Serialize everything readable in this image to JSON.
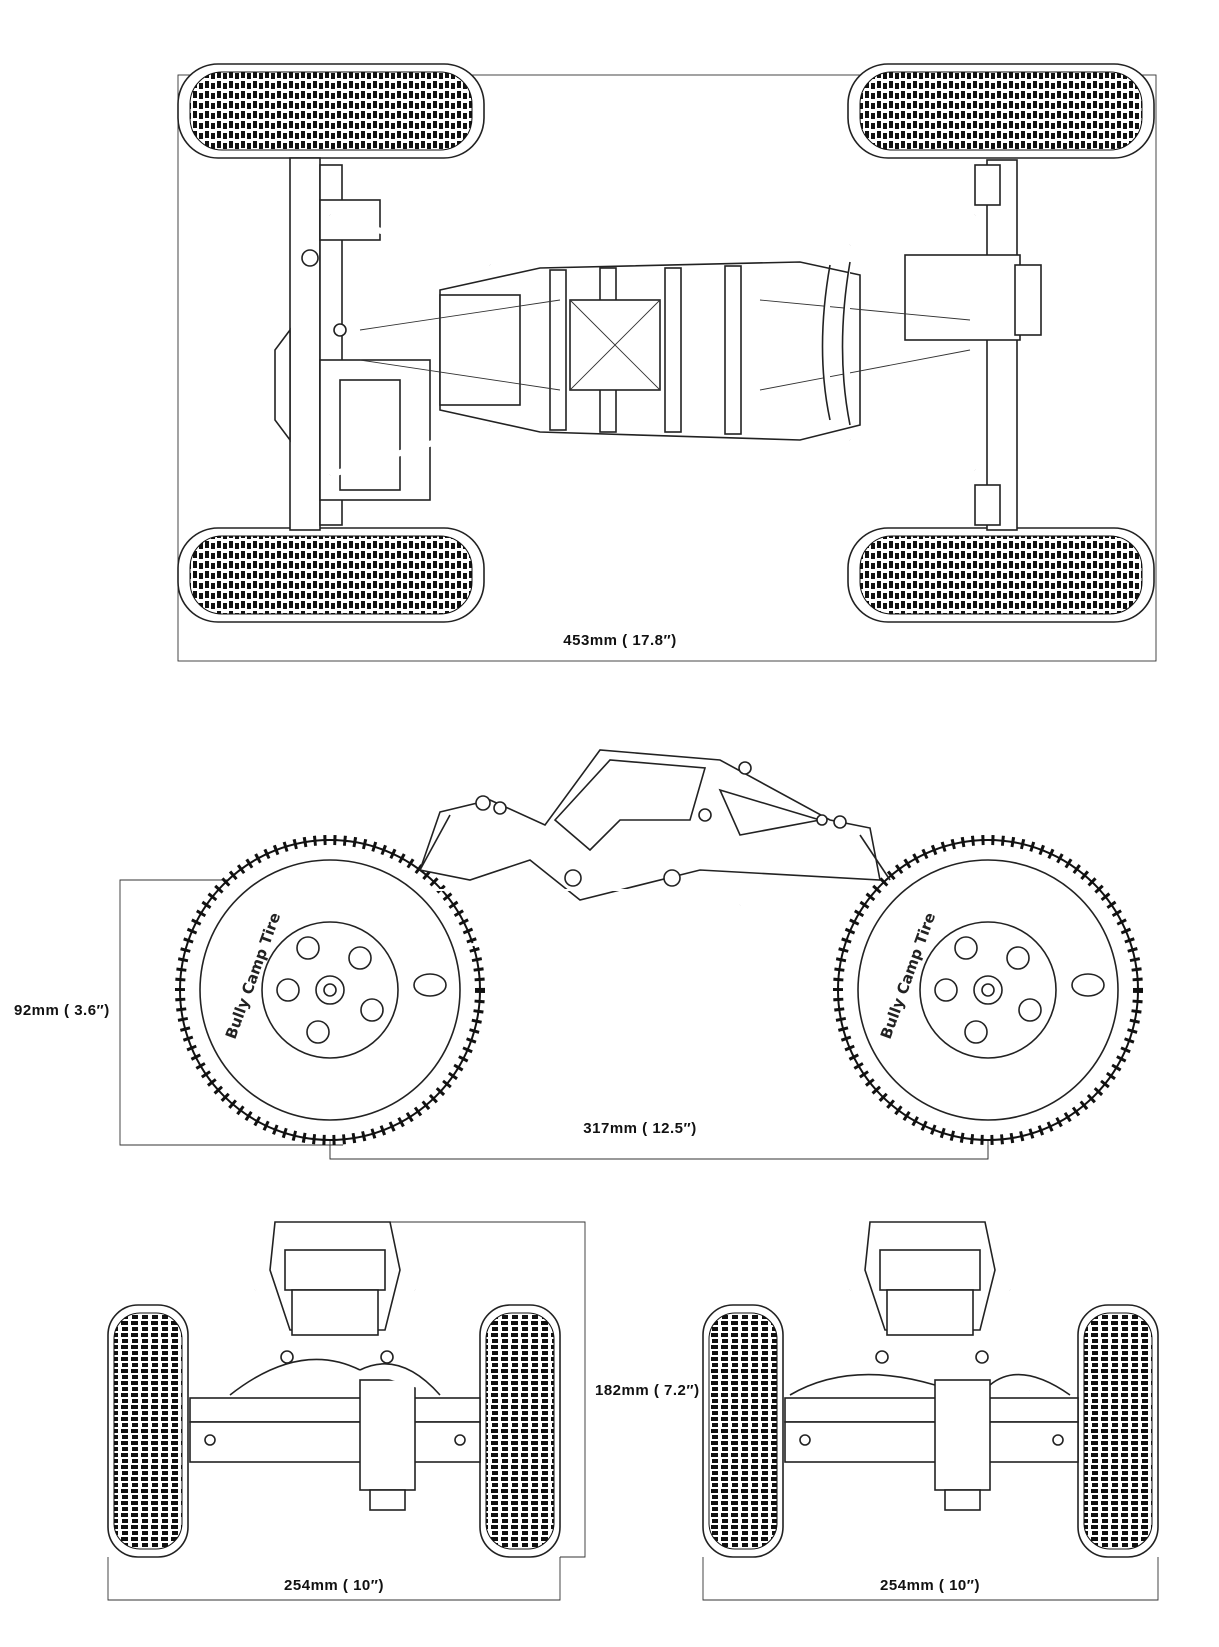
{
  "drawing": {
    "top_view": {
      "wheelbase_label": "453mm ( 17.8″)"
    },
    "side_view": {
      "ground_clearance_label": "92mm ( 3.6″)",
      "wheel_distance_label": "317mm ( 12.5″)",
      "tire_brand_text": "Bully Camp Tire"
    },
    "front_view": {
      "height_label": "182mm ( 7.2″)",
      "width_label": "254mm ( 10″)"
    },
    "rear_view": {
      "width_label": "254mm ( 10″)"
    }
  }
}
